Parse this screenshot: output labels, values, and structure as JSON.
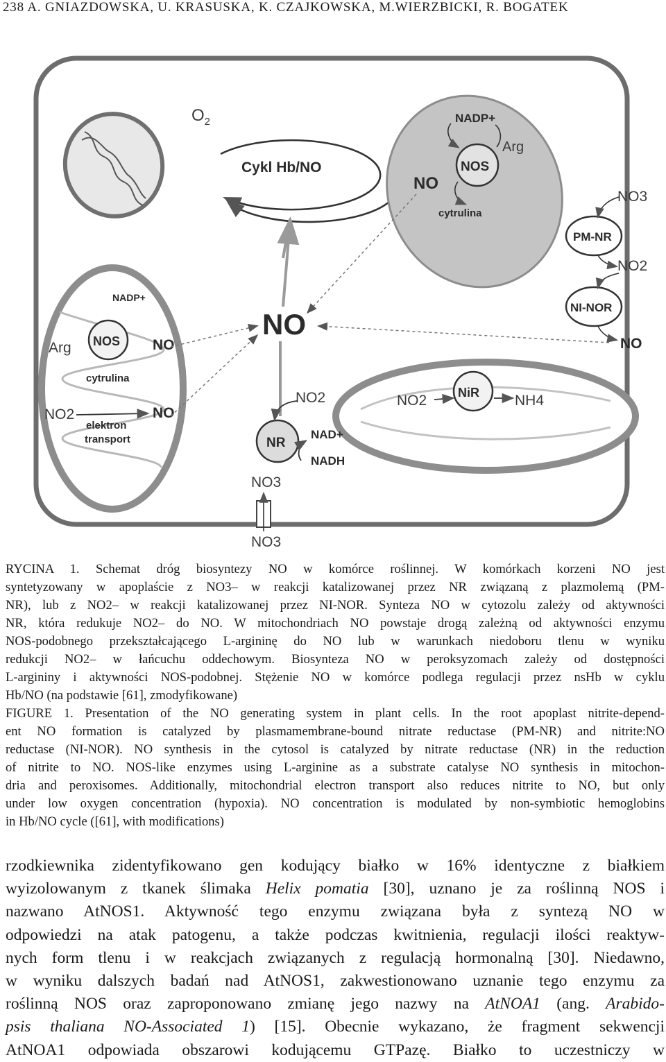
{
  "header": {
    "running_head": "238   A. GNIAZDOWSKA, U. KRASUSKA, K. CZAJKOWSKA, M.WIERZBICKI, R. BOGATEK"
  },
  "figure": {
    "cycle_label": "Cykl Hb/NO",
    "o2": "O",
    "o2_sub": "2",
    "center_no": "NO",
    "peroxisome": {
      "nadp": "NADP+",
      "arg": "Arg",
      "nos": "NOS",
      "no": "NO",
      "citrulline": "cytrulina"
    },
    "membrane": {
      "no3_top": "NO3",
      "pmnr": "PM-NR",
      "no2": "NO2",
      "ninor": "NI-NOR",
      "no": "NO"
    },
    "mito": {
      "nadp": "NADP+",
      "nos": "NOS",
      "arg": "Arg",
      "no_a": "NO",
      "citrulline": "cytrulina",
      "no2": "NO2",
      "electron": "elektron",
      "transport": "transport",
      "no_b": "NO"
    },
    "chloroplast": {
      "no2_left": "NO2",
      "nir": "NiR",
      "nh4": "NH4"
    },
    "cytosol": {
      "no2": "NO2",
      "nr": "NR",
      "nad": "NAD+",
      "nadh": "NADH",
      "no3_in": "NO3",
      "no3_out": "NO3"
    }
  },
  "caption_pl": {
    "lines": [
      "RYCINA 1. Schemat dróg biosyntezy NO w komórce roślinnej. W komórkach korzeni NO jest",
      "syntetyzowany w apoplaście  z NO3– w reakcji katalizowanej przez NR związaną z plazmolemą (PM-",
      "NR), lub z NO2– w reakcji katalizowanej przez NI-NOR. Synteza NO w cytozolu zależy od aktywności",
      "NR, która redukuje NO2– do NO. W mitochondriach NO powstaje drogą zależną od aktywności enzymu",
      "NOS-podobnego przekształcającego L-argininę do NO lub w warunkach niedoboru tlenu w wyniku",
      "redukcji NO2– w łańcuchu oddechowym. Biosynteza NO w peroksyzomach zależy od dostępności",
      "L-argininy i aktywności NOS-podobnej. Stężenie NO w komórce podlega regulacji przez nsHb w cyklu",
      "Hb/NO (na podstawie [61], zmodyfikowane)"
    ]
  },
  "caption_en": {
    "lines": [
      "FIGURE 1. Presentation of the NO generating system in plant cells. In the root apoplast nitrite-depend-",
      "ent NO formation is catalyzed by plasmamembrane-bound nitrate reductase (PM-NR) and nitrite:NO",
      "reductase (NI-NOR). NO synthesis in the cytosol is catalyzed by nitrate reductase (NR)  in the reduction",
      "of nitrite  to NO. NOS-like enzymes using L-arginine as a substrate catalyse NO synthesis in mitochon-",
      "dria and peroxisomes. Additionally, mitochondrial electron transport also reduces nitrite to NO, but only",
      "under low oxygen concentration (hypoxia). NO concentration is modulated by non-symbiotic hemoglobins",
      "in Hb/NO cycle ([61], with modifications)"
    ]
  },
  "body": {
    "l1": "rzodkiewnika zidentyfikowano gen kodujący białko w 16% identyczne z białkiem",
    "l2a": "wyizolowanym z tkanek ślimaka ",
    "l2i": "Helix pomatia",
    "l2b": " [30], uznano je za roślinną NOS i",
    "l3": "nazwano AtNOS1. Aktywność tego enzymu związana była z syntezą NO w",
    "l4": "odpowiedzi na atak patogenu, a także podczas kwitnienia,  regulacji ilości reaktyw-",
    "l5": "nych form tlenu i w reakcjach związanych z regulacją hormonalną [30]. Niedawno,",
    "l6": "w wyniku dalszych badań nad AtNOS1, zakwestionowano uznanie tego enzymu za",
    "l7a": "roślinną NOS oraz zaproponowano zmianę jego nazwy na ",
    "l7i": "AtNOA1",
    "l7b": " (ang. ",
    "l7i2": "Arabido-",
    "l8i": "psis thaliana NO-Associated 1",
    "l8b": ") [15]. Obecnie wykazano, że fragment sekwencji",
    "l9": "AtNOA1 odpowiada obszarowi kodującemu GTPazę. Białko to uczestniczy w"
  }
}
